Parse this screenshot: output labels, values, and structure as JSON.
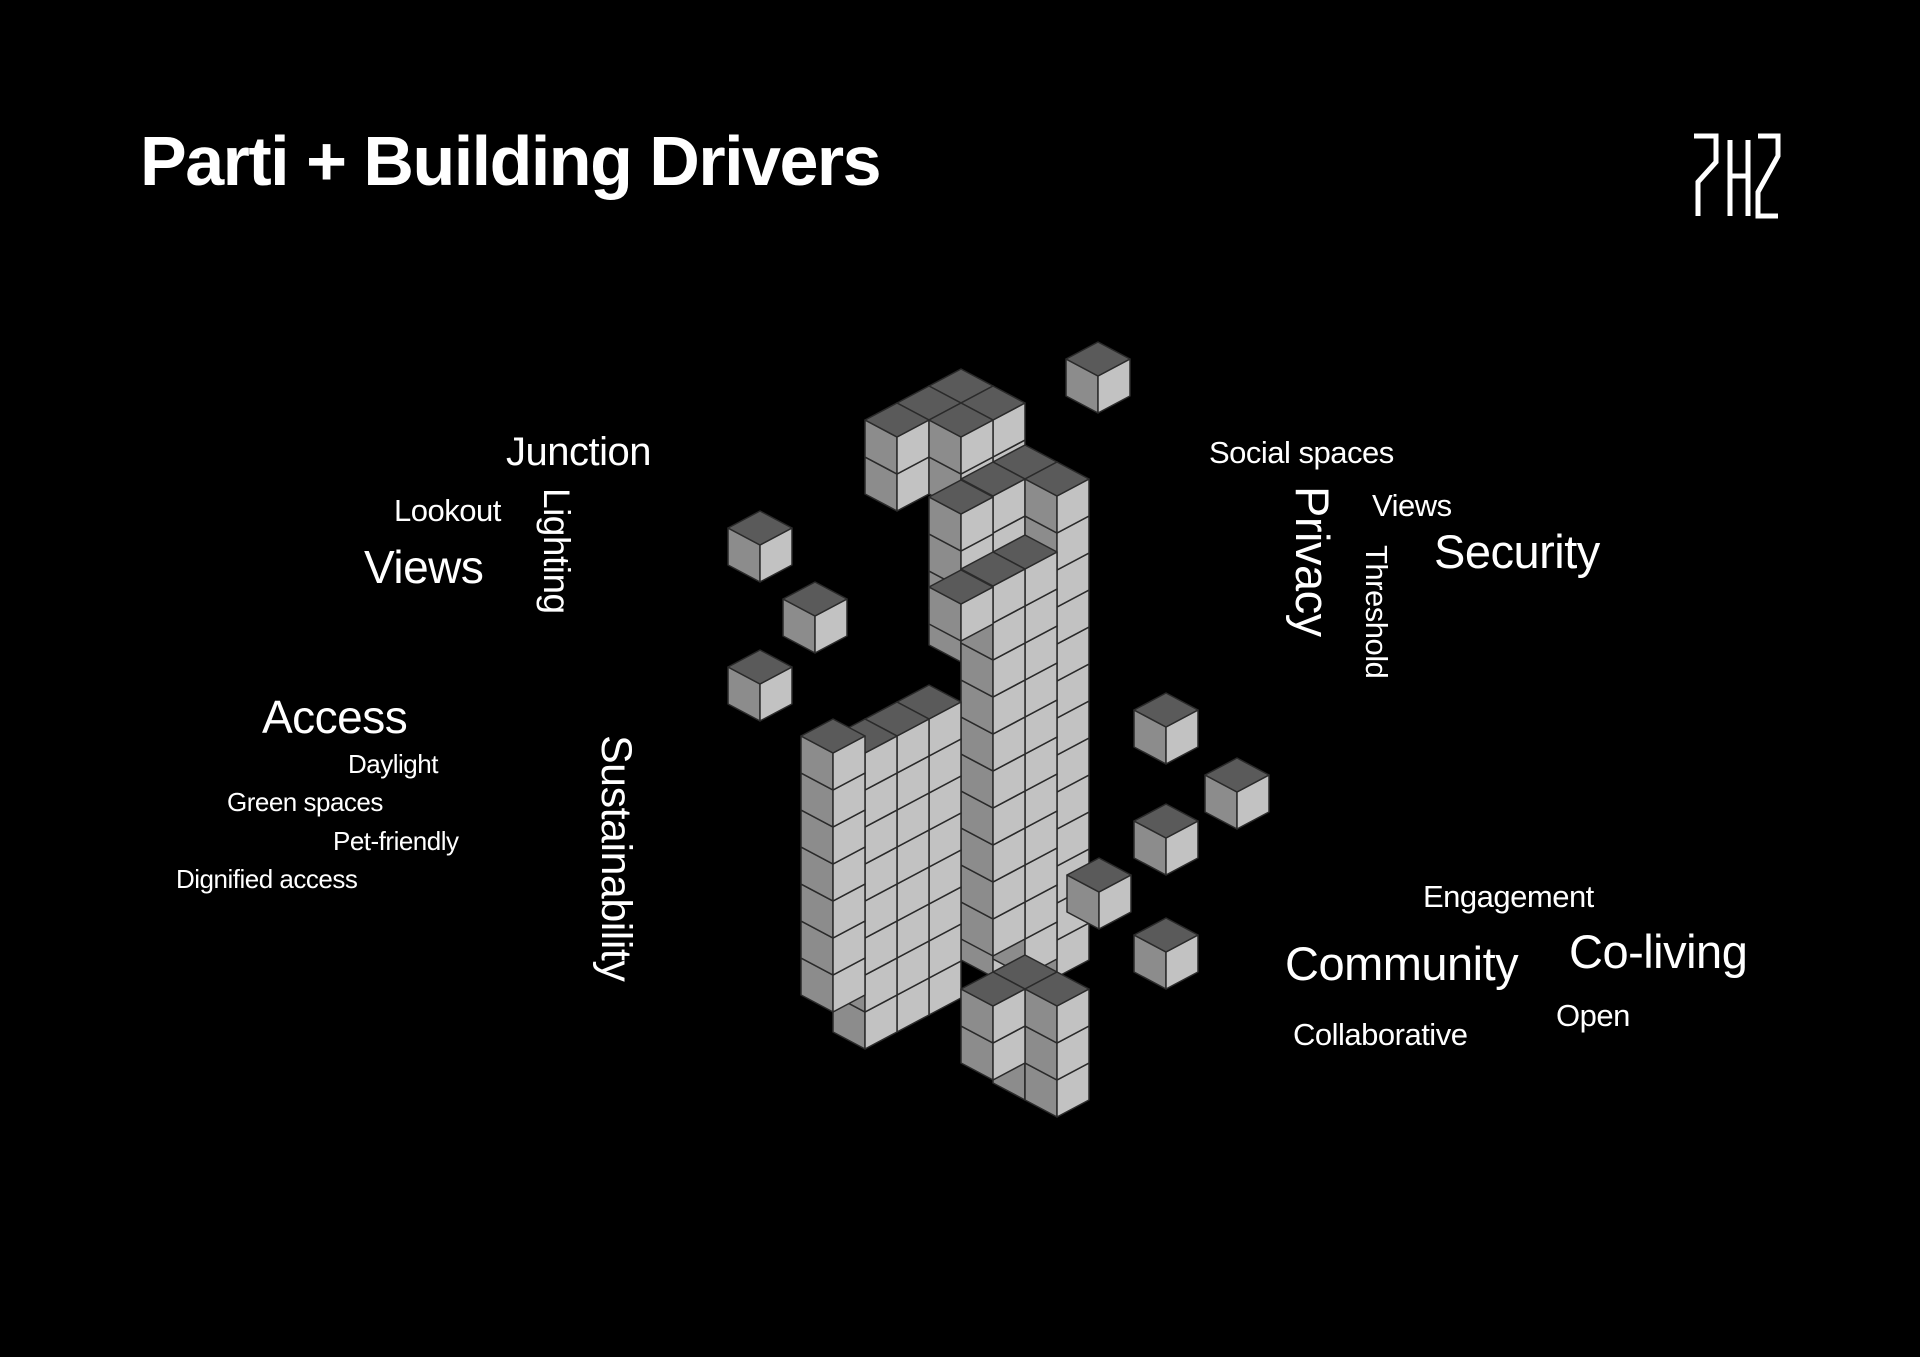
{
  "header": {
    "title": "Parti + Building Drivers",
    "logo_text": "7HZ"
  },
  "diagram": {
    "background": "#000000",
    "cube_colors": {
      "top": "#5a5a5a",
      "left": "#8c8c8c",
      "right": "#c2c2c2",
      "edge": "#2a2a2a"
    },
    "left_cluster": {
      "junction": "Junction",
      "lookout": "Lookout",
      "lighting": "Lighting",
      "views": "Views",
      "access": "Access",
      "daylight": "Daylight",
      "green_spaces": "Green spaces",
      "pet_friendly": "Pet-friendly",
      "dignified_access": "Dignified access",
      "sustainability": "Sustainability"
    },
    "right_top_cluster": {
      "social_spaces": "Social spaces",
      "views": "Views",
      "privacy": "Privacy",
      "threshold": "Threshold",
      "security": "Security"
    },
    "right_bottom_cluster": {
      "engagement": "Engagement",
      "community": "Community",
      "co_living": "Co-living",
      "collaborative": "Collaborative",
      "open": "Open"
    }
  }
}
